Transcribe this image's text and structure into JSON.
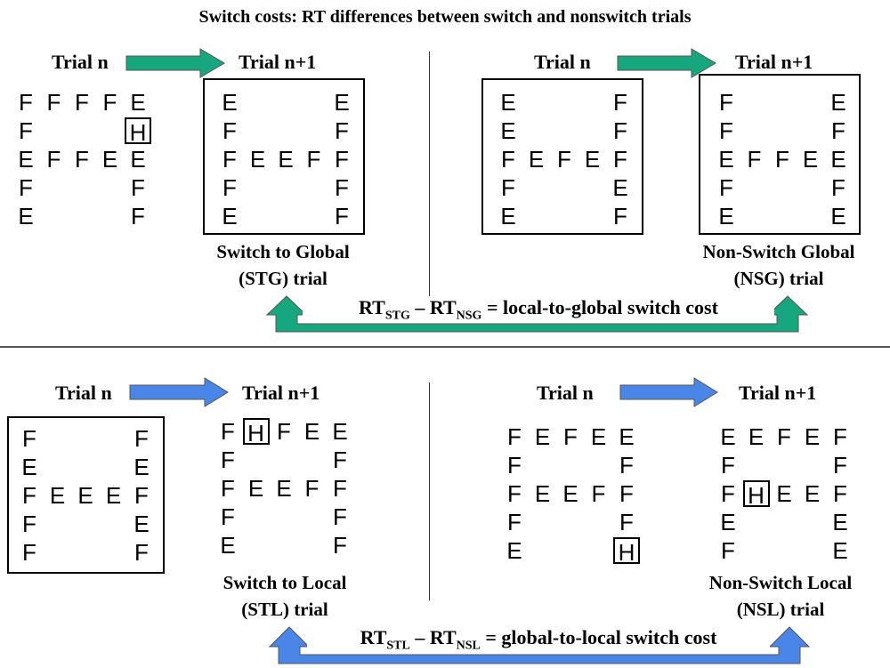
{
  "title": "Switch costs: RT differences between switch and nonswitch trials",
  "colors": {
    "green": "#16a77e",
    "blue": "#4a86e8",
    "frame": "#000000"
  },
  "labels": {
    "trial_n": "Trial n",
    "trial_n1": "Trial n+1"
  },
  "top": {
    "stg": {
      "line1": "Switch to Global",
      "line2": "(STG) trial"
    },
    "nsg": {
      "line1": "Non-Switch Global",
      "line2": "(NSG) trial"
    },
    "formula": {
      "rt1": "RT",
      "sub1": "STG",
      "minus": " – ",
      "rt2": "RT",
      "sub2": "NSG",
      "rest": " = local-to-global switch cost"
    }
  },
  "bottom": {
    "stl": {
      "line1": "Switch to Local",
      "line2": "(STL) trial"
    },
    "nsl": {
      "line1": "Non-Switch Local",
      "line2": "(NSL) trial"
    },
    "formula": {
      "rt1": "RT",
      "sub1": "STL",
      "minus": " – ",
      "rt2": "RT",
      "sub2": "NSL",
      "rest": " = global-to-local switch cost"
    }
  },
  "grids": [
    {
      "id": "top-local-n",
      "rows": [
        "FFFFE",
        "F   H",
        "EFFEE",
        "F   F",
        "E   F"
      ],
      "target": [
        1,
        4
      ],
      "framed": false
    },
    {
      "id": "top-stg",
      "rows": [
        "E   E",
        "F   F",
        "FEEFF",
        "F   F",
        "E   F"
      ],
      "target": null,
      "framed": true
    },
    {
      "id": "top-global-n",
      "rows": [
        "E   F",
        "E   F",
        "FEFEF",
        "F   E",
        "E   F"
      ],
      "target": null,
      "framed": true
    },
    {
      "id": "top-nsg",
      "rows": [
        "F   E",
        "F   F",
        "EFFEE",
        "F   F",
        "E   E"
      ],
      "target": null,
      "framed": true
    },
    {
      "id": "bottom-global-n",
      "rows": [
        "F   F",
        "E   E",
        "FEEEF",
        "F   E",
        "F   F"
      ],
      "target": null,
      "framed": true
    },
    {
      "id": "bottom-stl",
      "rows": [
        "FHFEE",
        "F   F",
        "FEEFF",
        "F   F",
        "E   F"
      ],
      "target": [
        0,
        1
      ],
      "framed": false
    },
    {
      "id": "bottom-local-n",
      "rows": [
        "FEFEE",
        "F   F",
        "FEEFF",
        "F   F",
        "E   H"
      ],
      "target": [
        4,
        4
      ],
      "framed": false
    },
    {
      "id": "bottom-nsl",
      "rows": [
        "EEFEF",
        "F   F",
        "FHEEF",
        "E   E",
        "F   E"
      ],
      "target": [
        2,
        1
      ],
      "framed": false
    }
  ]
}
